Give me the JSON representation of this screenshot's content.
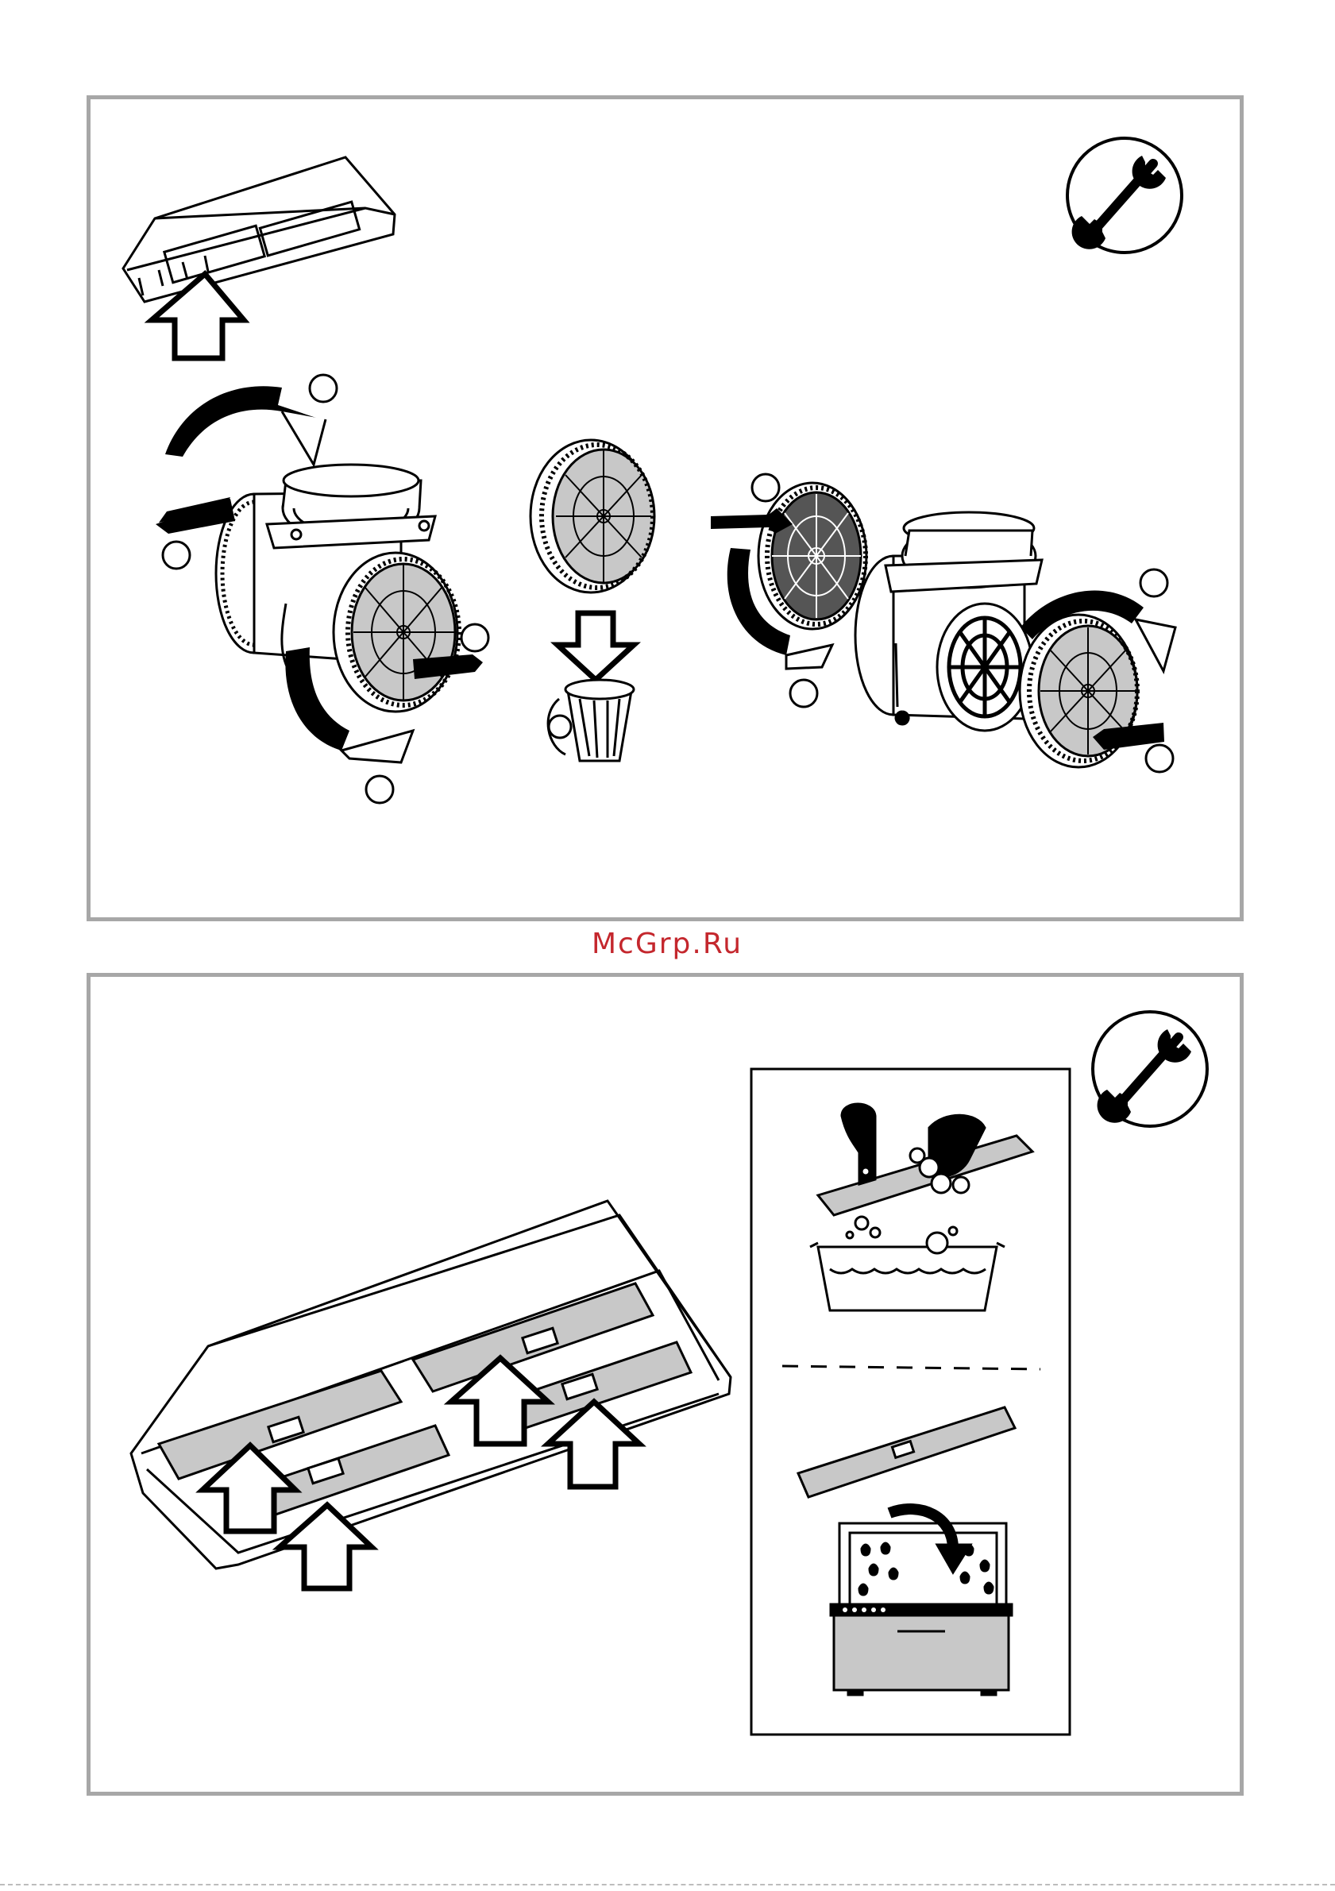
{
  "watermark": {
    "text": "McGrp.Ru",
    "color": "#c4272d"
  },
  "panels": [
    {
      "name": "fan-filter-replacement",
      "icon": "wrench-icon"
    },
    {
      "name": "grease-filter-cleaning",
      "icon": "wrench-icon"
    }
  ],
  "colors": {
    "frame": "#a7a7a7",
    "line": "#000000",
    "filter_fill": "#c8c8c8"
  }
}
